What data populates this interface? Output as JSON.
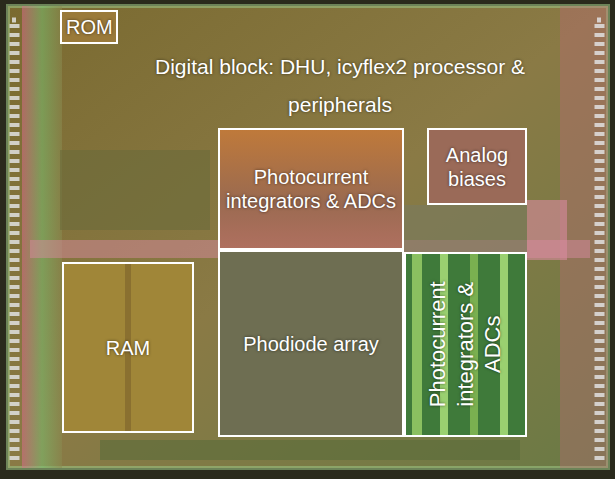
{
  "diagram": {
    "nodes": [
      {
        "text": [
          "ROM"
        ]
      },
      {
        "text": [
          "Photocurrent integrators & ADCs"
        ]
      },
      {
        "text": [
          "Analog biases"
        ]
      },
      {
        "text": [
          "RAM"
        ]
      },
      {
        "text": [
          "Phodiode array"
        ]
      },
      {
        "text": [
          "Photocurrent integrators & ADCs"
        ]
      }
    ],
    "labels": [
      "Digital block: DHU, icyflex2 processor & peripherals"
    ]
  }
}
